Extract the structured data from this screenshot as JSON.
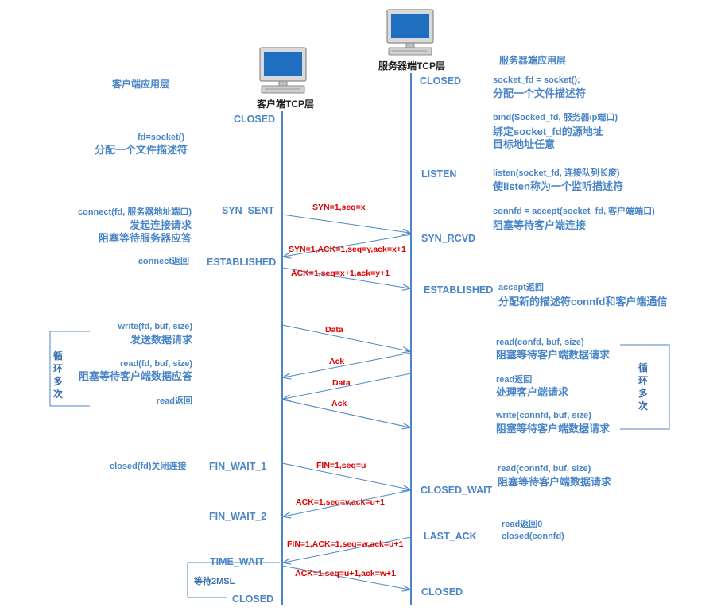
{
  "headers": {
    "client_app": "客户端应用层",
    "client_tcp": "客户端TCP层",
    "server_tcp": "服务器端TCP层",
    "server_app": "服务器端应用层"
  },
  "client_states": {
    "closed_top": "CLOSED",
    "syn_sent": "SYN_SENT",
    "established": "ESTABLISHED",
    "fin_wait_1": "FIN_WAIT_1",
    "fin_wait_2": "FIN_WAIT_2",
    "time_wait": "TIME_WAIT",
    "closed_bottom": "CLOSED"
  },
  "server_states": {
    "closed_top": "CLOSED",
    "listen": "LISTEN",
    "syn_rcvd": "SYN_RCVD",
    "established": "ESTABLISHED",
    "closed_wait": "CLOSED_WAIT",
    "last_ack": "LAST_ACK",
    "closed_bottom": "CLOSED"
  },
  "client_notes": {
    "socket_1": "fd=socket()",
    "socket_2": "分配一个文件描述符",
    "connect_1": "connect(fd, 服务器地址端口)",
    "connect_2": "发起连接请求",
    "connect_3": "阻塞等待服务器应答",
    "connect_ret": "connect返回",
    "write_1": "write(fd, buf, size)",
    "write_2": "发送数据请求",
    "read_1": "read(fd, buf, size)",
    "read_2": "阻塞等待客户端数据应答",
    "read_ret": "read返回",
    "close": "closed(fd)关闭连接",
    "wait_2msl": "等待2MSL"
  },
  "server_notes": {
    "socket_1": "socket_fd = socket();",
    "socket_2": "分配一个文件描述符",
    "bind_1": "bind(Socked_fd, 服务器ip端口)",
    "bind_2": "绑定socket_fd的源地址",
    "bind_3": "目标地址任意",
    "listen_1": "listen(socket_fd, 连接队列长度)",
    "listen_2": "使listen称为一个监听描述符",
    "accept_1": "connfd = accept(socket_fd, 客户端端口)",
    "accept_2": "阻塞等待客户端连接",
    "accept_ret_1": "accept返回",
    "accept_ret_2": "分配新的描述符connfd和客户端通信",
    "read_1": "read(confd, buf, size)",
    "read_2": "阻塞等待客户端数据请求",
    "read_ret_1": "read返回",
    "read_ret_2": "处理客户端请求",
    "write_1": "write(connfd, buf, size)",
    "write_2": "阻塞等待客户端数据请求",
    "read2_1": "read(connfd, buf, size)",
    "read2_2": "阻塞等待客户端数据请求",
    "read0_1": "read返回0",
    "read0_2": "closed(connfd)"
  },
  "loop_label": "循环多次",
  "messages": {
    "syn": "SYN=1,seq=x",
    "syn_ack": "SYN=1,ACK=1,seq=y,ack=x+1",
    "ack": "ACK=1,seq=x+1,ack=y+1",
    "data_1": "Data",
    "ack_1": "Ack",
    "data_2": "Data",
    "ack_2": "Ack",
    "fin": "FIN=1,seq=u",
    "fin_ack": "ACK=1,seq=v,ack=u+1",
    "fin2": "FIN=1,ACK=1,seq=w,ack=u+1",
    "last_ack": "ACK=1,seq=u+1,ack=w+1"
  },
  "icons": [
    "client-computer-icon",
    "server-computer-icon"
  ],
  "colors": {
    "line": "#4a86c7",
    "state_text": "#4a86c7",
    "message_text": "#e00000",
    "screen": "#1f6fc0"
  }
}
